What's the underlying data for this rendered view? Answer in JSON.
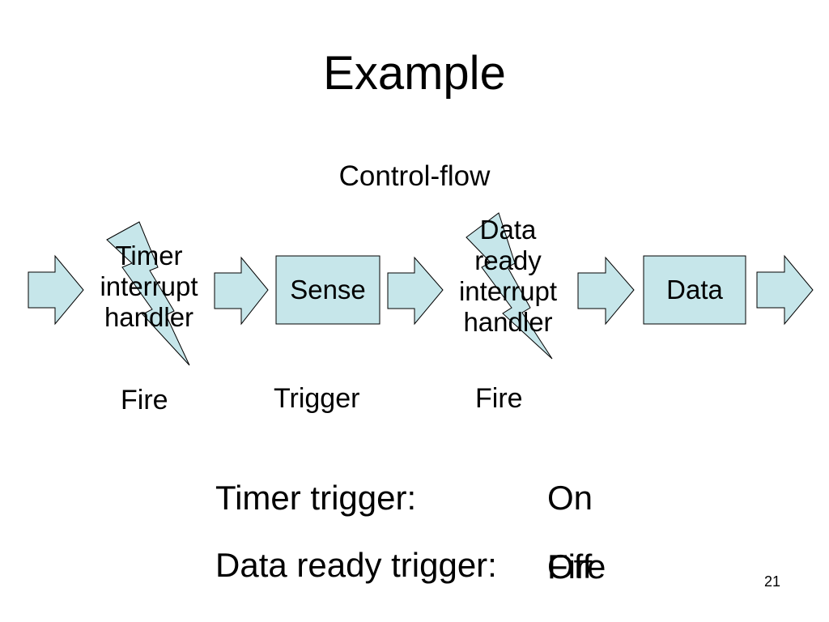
{
  "slide": {
    "title": "Example",
    "subtitle": "Control-flow",
    "page_number": "21"
  },
  "diagram": {
    "timer_handler": "Timer interrupt handler",
    "sense_box": "Sense",
    "data_ready_handler": "Data ready interrupt handler",
    "data_box": "Data",
    "caption_fire_1": "Fire",
    "caption_trigger": "Trigger",
    "caption_fire_2": "Fire",
    "fill_color": "#c6e6ea",
    "stroke_color": "#000000"
  },
  "trigger_table": {
    "timer_label": "Timer trigger:",
    "timer_value": "On",
    "data_ready_label": "Data ready trigger:",
    "data_ready_value_a": "Off",
    "data_ready_value_b": "Fire"
  }
}
